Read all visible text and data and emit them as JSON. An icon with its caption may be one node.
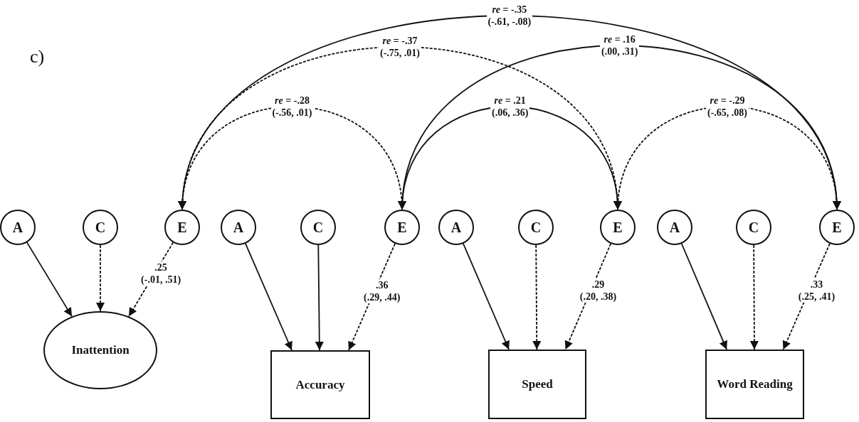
{
  "diagram": {
    "nodes": [
      {
        "text": [
          "A"
        ]
      },
      {
        "text": [
          "C"
        ]
      },
      {
        "text": [
          "E"
        ]
      },
      {
        "text": [
          "A"
        ]
      },
      {
        "text": [
          "C"
        ]
      },
      {
        "text": [
          "E"
        ]
      },
      {
        "text": [
          "A"
        ]
      },
      {
        "text": [
          "C"
        ]
      },
      {
        "text": [
          "E"
        ]
      },
      {
        "text": [
          "A"
        ]
      },
      {
        "text": [
          "C"
        ]
      },
      {
        "text": [
          "E"
        ]
      },
      {
        "text": [
          "Inattention"
        ]
      },
      {
        "text": [
          "Accuracy"
        ]
      },
      {
        "text": [
          "Speed"
        ]
      },
      {
        "text": [
          "Word Reading"
        ]
      }
    ],
    "edges": [
      {
        "from": 0,
        "to": 12,
        "arrow": "to"
      },
      {
        "from": 1,
        "to": 12,
        "arrow": "to",
        "style": "dashed"
      },
      {
        "from": 2,
        "to": 12,
        "arrow": "to",
        "label": ".25 (-.01, .51)",
        "style": "dashed"
      },
      {
        "from": 3,
        "to": 13,
        "arrow": "to"
      },
      {
        "from": 4,
        "to": 13,
        "arrow": "to"
      },
      {
        "from": 5,
        "to": 13,
        "arrow": "to",
        "label": ".36 (.29, .44)",
        "style": "dashed"
      },
      {
        "from": 6,
        "to": 14,
        "arrow": "to"
      },
      {
        "from": 7,
        "to": 14,
        "arrow": "to",
        "style": "dashed"
      },
      {
        "from": 8,
        "to": 14,
        "arrow": "to",
        "label": ".29 (.20, .38)",
        "style": "dashed"
      },
      {
        "from": 9,
        "to": 15,
        "arrow": "to"
      },
      {
        "from": 10,
        "to": 15,
        "arrow": "to",
        "style": "dashed"
      },
      {
        "from": 11,
        "to": 15,
        "arrow": "to",
        "label": ".33 (.25, .41)",
        "style": "dashed"
      },
      {
        "from": 2,
        "to": 11,
        "arrow": "both",
        "label": "*re* = -.35 (-.61, -.08)"
      },
      {
        "from": 2,
        "to": 8,
        "arrow": "both",
        "label": "*re* = -.37 (-.75, .01)",
        "style": "dashed"
      },
      {
        "from": 5,
        "to": 11,
        "arrow": "both",
        "label": "*re* = .16 (.00, .31)"
      },
      {
        "from": 2,
        "to": 5,
        "arrow": "both",
        "label": "*re* = -.28 (-.56, .01)",
        "style": "dashed"
      },
      {
        "from": 5,
        "to": 8,
        "arrow": "both",
        "label": "*re* = .21 (.06, .36)"
      },
      {
        "from": 8,
        "to": 11,
        "arrow": "both",
        "label": "*re* = -.29 (-.65, .08)",
        "style": "dashed"
      }
    ],
    "labels": [
      "c)"
    ]
  }
}
